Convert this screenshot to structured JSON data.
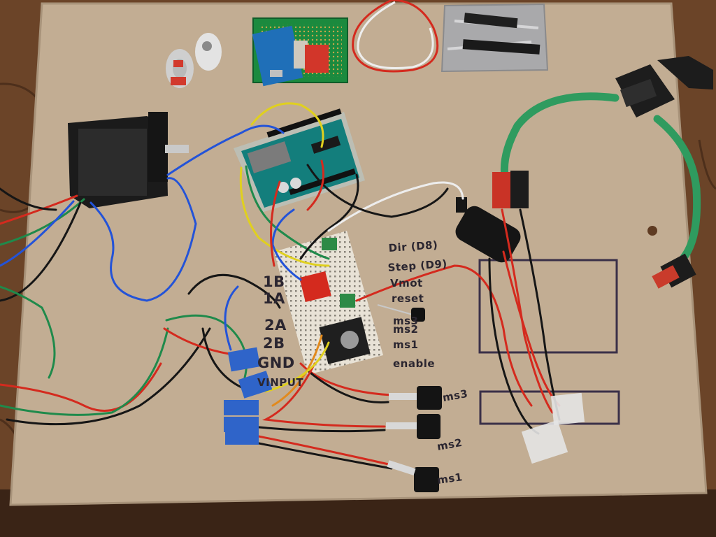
{
  "scene": {
    "background_wood": "#6b4428",
    "board_color": "#c2ad93",
    "pcb_green": "#0f7a4a",
    "arduino_teal": "#137e7c",
    "breadboard_color": "#e8e2d6",
    "wire_colors": {
      "red": "#d42a1e",
      "black": "#161616",
      "blue": "#2353d8",
      "green": "#1f8a4b",
      "yellow": "#e0d01e",
      "white": "#ededed",
      "orange": "#e28a1d"
    }
  },
  "labels_pins": {
    "dir": "Dir (D8)",
    "step": "Step (D9)",
    "vmot": "Vmot",
    "reset": "reset",
    "ms3": "ms3",
    "ms2": "ms2",
    "ms1": "ms1",
    "enable": "enable"
  },
  "labels_motor": {
    "b1": "1B",
    "a1": "1A",
    "a2": "2A",
    "b2": "2B",
    "gnd": "GND",
    "vinput": "VINPUT"
  },
  "labels_switches": {
    "ms3": "ms3",
    "ms2": "ms2",
    "ms1": "ms1"
  }
}
